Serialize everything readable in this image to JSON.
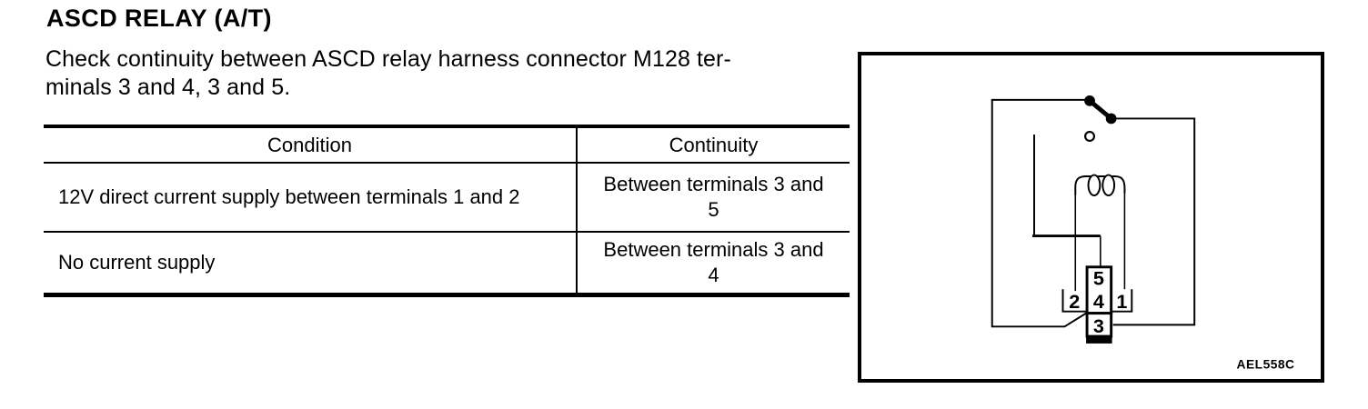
{
  "page": {
    "background": "#ffffff",
    "ink": "#000000"
  },
  "heading": {
    "title": "ASCD RELAY (A/T)"
  },
  "paragraph": {
    "line1": "Check continuity between ASCD relay harness connector M128 ter-",
    "line2": "minals 3 and 4, 3 and 5."
  },
  "table": {
    "headers": [
      "Condition",
      "Continuity"
    ],
    "rows": [
      {
        "condition": "12V direct current supply between terminals 1 and 2",
        "continuity": "Between terminals 3 and 5"
      },
      {
        "condition": "No current supply",
        "continuity": "Between terminals 3 and 4"
      }
    ]
  },
  "diagram": {
    "type": "relay-circuit-schematic",
    "terminals": {
      "t1": "1",
      "t2": "2",
      "t3": "3",
      "t4": "4",
      "t5": "5"
    },
    "figure_code": "AEL558C"
  }
}
